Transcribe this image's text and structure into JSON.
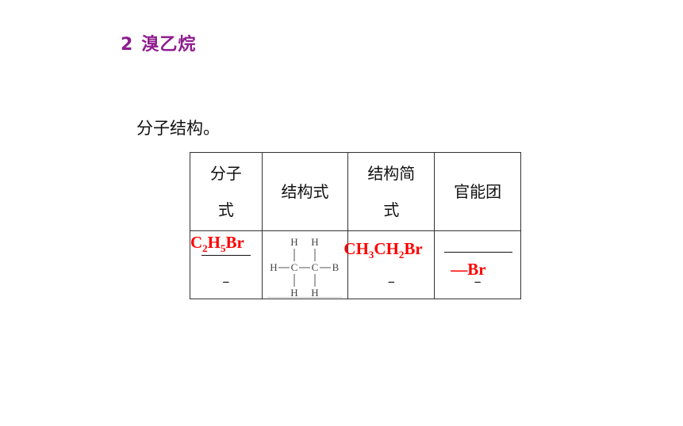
{
  "title": {
    "number": "2",
    "text": "溴乙烷"
  },
  "intro": "分子结构。",
  "table": {
    "headers": {
      "molecular_formula": [
        "分子",
        "式"
      ],
      "structural_formula": "结构式",
      "condensed_formula": [
        "结构简",
        "式"
      ],
      "functional_group": "官能团"
    },
    "row": {
      "molecular_formula": {
        "parts": [
          "C",
          "2",
          "H",
          "5",
          "Br"
        ],
        "trailing_dash": "–"
      },
      "structural_formula": {
        "atoms": {
          "h": "H",
          "c": "C",
          "b": "B"
        }
      },
      "condensed_formula": {
        "parts": [
          "CH",
          "3",
          "CH",
          "2",
          "Br"
        ],
        "trailing_dash": "–"
      },
      "functional_group": {
        "value": "—Br",
        "trailing_dash": "–"
      }
    }
  },
  "colors": {
    "title": "#8e1d8e",
    "answer": "#ff0000"
  }
}
